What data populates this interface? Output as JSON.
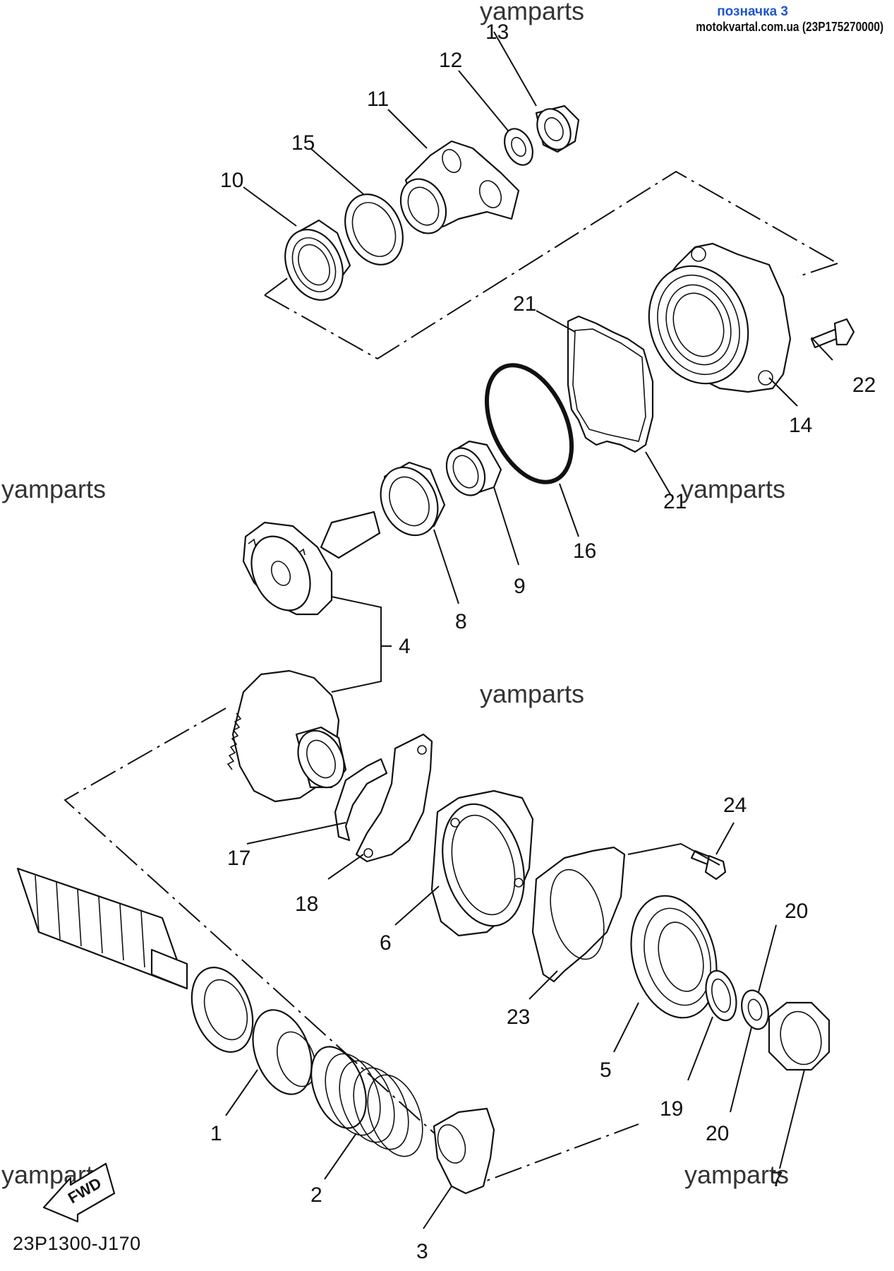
{
  "header": {
    "mark": "позначка 3",
    "site": "motokvartal.com.ua (23P175270000)"
  },
  "watermark": "yamparts",
  "diagram_code": "23P1300-J170",
  "fwd_label": "FWD",
  "parts": {
    "p1": "1",
    "p2": "2",
    "p3": "3",
    "p4": "4",
    "p5": "5",
    "p6": "6",
    "p7": "7",
    "p8": "8",
    "p9": "9",
    "p10": "10",
    "p11": "11",
    "p12": "12",
    "p13": "13",
    "p14": "14",
    "p15": "15",
    "p16": "16",
    "p17": "17",
    "p18": "18",
    "p19": "19",
    "p20a": "20",
    "p20b": "20",
    "p21a": "21",
    "p21b": "21",
    "p22": "22",
    "p23": "23",
    "p24": "24"
  }
}
